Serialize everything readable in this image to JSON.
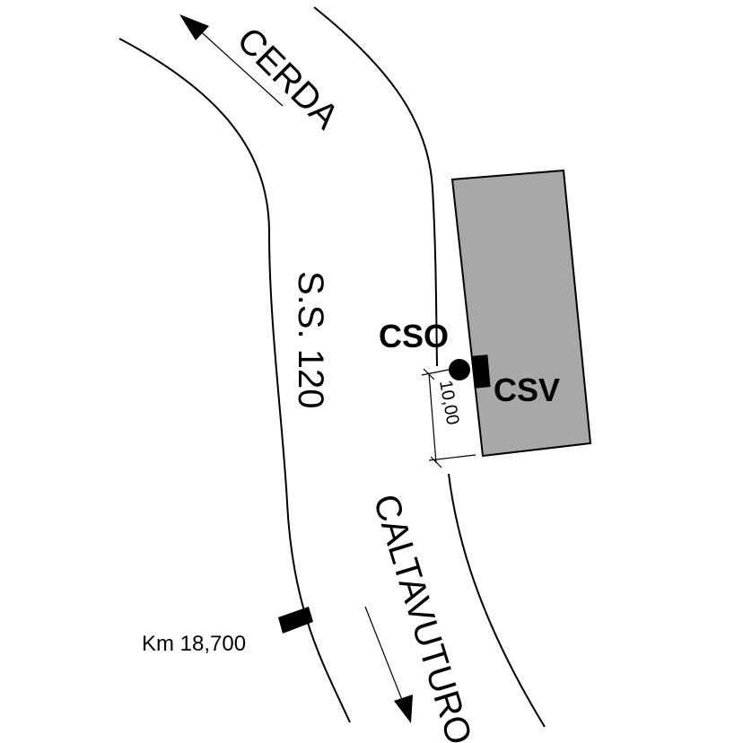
{
  "road": {
    "name": "S.S. 120",
    "towards_north": "CERDA",
    "towards_south": "CALTAVUTURO",
    "km_marker": "Km 18,700"
  },
  "features": {
    "cso_label": "CSO",
    "csv_label": "CSV",
    "distance": "10,00"
  },
  "colors": {
    "building": "#a8a8a8",
    "ink": "#000000"
  }
}
